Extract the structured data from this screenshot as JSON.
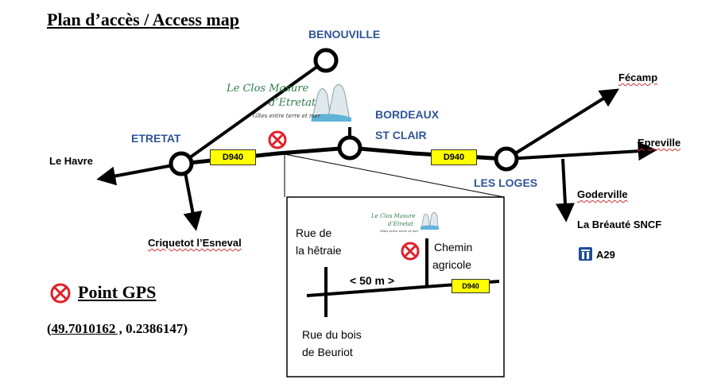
{
  "title": "Plan d’accès / Access map",
  "places": {
    "benouville": "BENOUVILLE",
    "etretat": "ETRETAT",
    "bordeaux": "BORDEAUX",
    "st_clair": "ST CLAIR",
    "les_loges": "LES LOGES",
    "le_havre": "Le Havre",
    "criquetot": "Criquetot l’Esneval",
    "fecamp": "Fécamp",
    "epreville": "Epreville",
    "goderville": "Goderville",
    "la_breaute": "La Bréauté SNCF",
    "a29": "A29"
  },
  "road_labels": {
    "left": "D940",
    "right": "D940",
    "inset": "D940"
  },
  "logo": {
    "line1": "Le Clos Masure",
    "line2": "d’Etretat",
    "tagline": "Gîtes entre terre et mer"
  },
  "inset": {
    "rue_hetraie_1": "Rue de",
    "rue_hetraie_2": "la hêtraie",
    "chemin_1": "Chemin",
    "chemin_2": "agricole",
    "distance": "< 50 m >",
    "rue_bois_1": "Rue du bois",
    "rue_bois_2": "de Beuriot"
  },
  "gps": {
    "label": "Point GPS",
    "coords_open": "(",
    "latitude": "49.7010162 ,",
    "longitude": " 0.2386147)"
  },
  "colors": {
    "place_blue": "#2f5597",
    "road_yellow": "#ffff00",
    "gps_red": "#e0202a",
    "highway_blue": "#1f4e9a"
  }
}
